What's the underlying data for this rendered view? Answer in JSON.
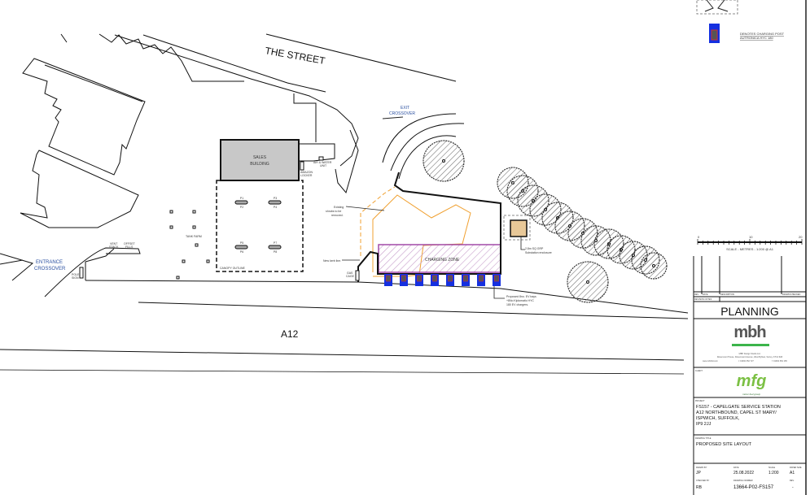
{
  "legend": {
    "charging_post_line1": "DENOTES CHARGING POST",
    "charging_post_line2": "AUTRONICA HYC 180"
  },
  "site": {
    "street": "THE STREET",
    "exit_crossover_1": "EXIT",
    "exit_crossover_2": "CROSSOVER",
    "entrance_crossover_1": "ENTRANCE",
    "entrance_crossover_2": "CROSSOVER",
    "sales_building_1": "SALES",
    "sales_building_2": "BUILDING",
    "air_water_1": "AIR & WATER",
    "air_water_2": "UNIT",
    "amazon_locker_1": "AMAZON",
    "amazon_locker_2": "LOCKER",
    "canopy_outline": "CANOPY OUTLINE",
    "tank_farm": "TANK FARM",
    "vent_stack_1": "VENT",
    "vent_stack_2": "STACK",
    "offset_fills_1": "OFFSET",
    "offset_fills_2": "FILLS",
    "pole_sign_1": "POLE",
    "pole_sign_2": "SIGN",
    "gas_cage_1": "GAS",
    "gas_cage_2": "CAGE",
    "pumps": [
      "P1",
      "P2",
      "P3",
      "P4",
      "P5",
      "P6",
      "P7",
      "P8"
    ],
    "shrubs_1": "Existing",
    "shrubs_2": "shrubs to be",
    "shrubs_3": "removed.",
    "new_kerb_line": "New kerb line.",
    "charging_zone": "CHARGING ZONE",
    "substation_1": "2.8m SQ GRP",
    "substation_2": "Substation enclosure",
    "ev_bays_1": "Proposed 8no. EV bays",
    "ev_bays_2": "+8No Kiplomatic HYC",
    "ev_bays_3": "180 EV chargers.",
    "a12": "A12"
  },
  "scale_bar": {
    "ticks": [
      "0",
      "10",
      "20"
    ],
    "label": "SCALE - METRES - 1:200 @ A1"
  },
  "title_block": {
    "rev_headers": [
      "REV",
      "DATE",
      "DESCRIPTION",
      "DRAWN/CHECKED"
    ],
    "revision_notes": "REVISION NOTES",
    "status": "PLANNING",
    "designer_logo": "mbh",
    "designer_name": "MBH Design Studio Ltd.",
    "designer_address": "Rosemount House, Rosemount Avenue, West Byfleet, Surrey, KT14 6LB",
    "designer_web": "www.mbhltd.com",
    "designer_tel": "t: 01932 352 727",
    "designer_fax": "f: 01932 352 165",
    "client_label": "CLIENT",
    "client_logo": "mfg",
    "client_tagline": "motor fuel group",
    "project_label": "PROJECT",
    "project_lines": [
      "FS157 - CAPELGATE SERVICE STATION",
      "A12 NORTHBOUND, CAPEL ST MARY/",
      "ISPWICH, SUFFOLK,",
      "IP9 2JJ"
    ],
    "drawing_title_label": "DRAWING TITLE",
    "drawing_title": "PROPOSED SITE LAYOUT",
    "drawn_by_label": "DRAWN BY",
    "drawn_by": "JP",
    "date_label": "DATE",
    "date": "25.08.2022",
    "scale_label": "SCALE",
    "scale": "1:200",
    "paper_size_label": "PAPER SIZE",
    "paper_size": "A1",
    "checked_by_label": "CHECKED BY",
    "checked_by": "RB",
    "drawing_number_label": "DRAWING NUMBER",
    "drawing_number": "13664-P02-FS157",
    "rev_label": "REV.",
    "rev": "-"
  },
  "colors": {
    "charging_zone": "#a24aa8",
    "shrubs": "#f0a030",
    "ev_bay": "#1530e0",
    "substation": "#e8c898",
    "mbh_green": "#3cb44b",
    "mfg_green": "#7bc043",
    "blue_text": "#2a4fa0"
  }
}
